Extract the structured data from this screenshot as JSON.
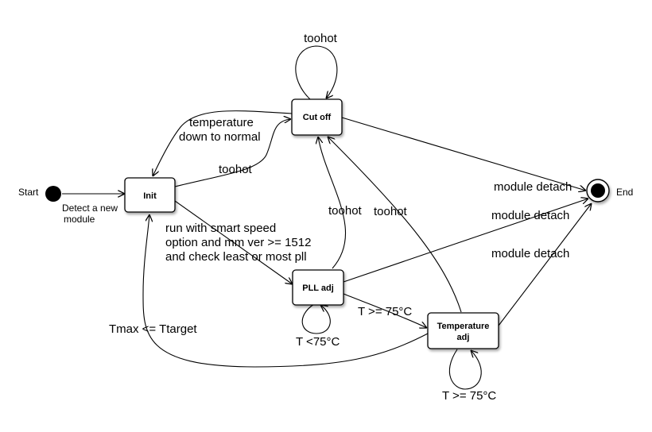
{
  "states": {
    "start": "Start",
    "end": "End",
    "init": "Init",
    "cutoff": "Cut off",
    "pll": "PLL adj",
    "temp_line1": "Temperature",
    "temp_line2": "adj"
  },
  "transitions": {
    "start_init_line1": "Detect a new",
    "start_init_line2": "module",
    "cutoff_self": "toohot",
    "cutoff_to_init_line1": "temperature",
    "cutoff_to_init_line2": "down to normal",
    "init_to_cutoff": "toohot",
    "init_to_pll_line1": "run with smart speed",
    "init_to_pll_line2": "option and mm ver >= 1512",
    "init_to_pll_line3": "and check least or most pll",
    "pll_to_cutoff": "toohot",
    "temp_to_cutoff": "toohot",
    "cutoff_to_end": "module detach",
    "pll_to_end": "module detach",
    "temp_to_end": "module detach",
    "pll_self": "T <75°C",
    "pll_to_temp": "T >= 75°C",
    "temp_self": "T >= 75°C",
    "temp_to_init": "Tmax <= Ttarget"
  }
}
